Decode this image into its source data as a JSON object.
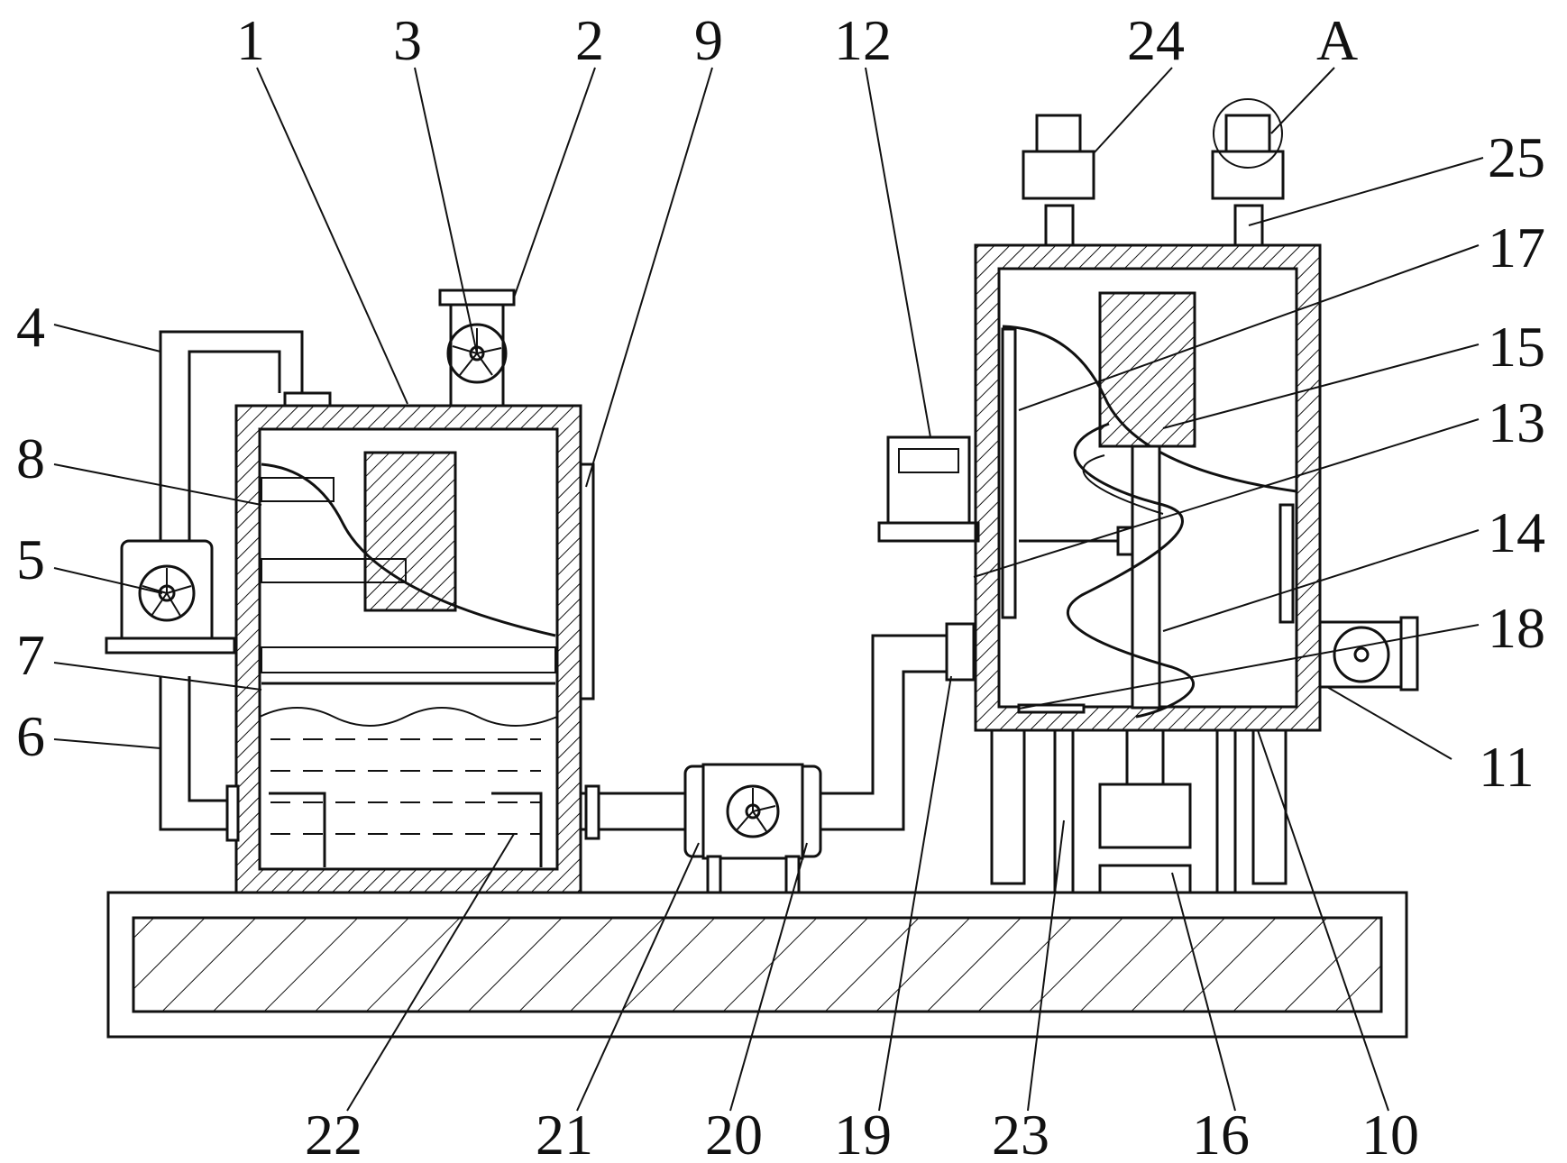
{
  "callouts": [
    {
      "id": "1",
      "text": "1"
    },
    {
      "id": "2",
      "text": "2"
    },
    {
      "id": "3",
      "text": "3"
    },
    {
      "id": "4",
      "text": "4"
    },
    {
      "id": "5",
      "text": "5"
    },
    {
      "id": "6",
      "text": "6"
    },
    {
      "id": "7",
      "text": "7"
    },
    {
      "id": "8",
      "text": "8"
    },
    {
      "id": "9",
      "text": "9"
    },
    {
      "id": "10",
      "text": "10"
    },
    {
      "id": "11",
      "text": "11"
    },
    {
      "id": "12",
      "text": "12"
    },
    {
      "id": "13",
      "text": "13"
    },
    {
      "id": "14",
      "text": "14"
    },
    {
      "id": "15",
      "text": "15"
    },
    {
      "id": "16",
      "text": "16"
    },
    {
      "id": "17",
      "text": "17"
    },
    {
      "id": "18",
      "text": "18"
    },
    {
      "id": "19",
      "text": "19"
    },
    {
      "id": "20",
      "text": "20"
    },
    {
      "id": "21",
      "text": "21"
    },
    {
      "id": "22",
      "text": "22"
    },
    {
      "id": "23",
      "text": "23"
    },
    {
      "id": "24",
      "text": "24"
    },
    {
      "id": "25",
      "text": "25"
    },
    {
      "id": "A",
      "text": "A"
    }
  ],
  "colors": {
    "line": "#111111",
    "background": "#ffffff"
  }
}
